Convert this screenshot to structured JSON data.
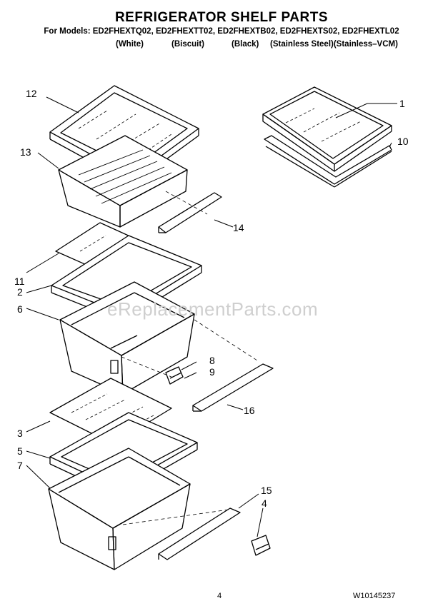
{
  "header": {
    "title": "REFRIGERATOR SHELF PARTS",
    "models": "For Models: ED2FHEXTQ02, ED2FHEXTT02, ED2FHEXTB02, ED2FHEXTS02, ED2FHEXTL02",
    "colors": [
      "(White)",
      "(Biscuit)",
      "(Black)",
      "(Stainless Steel)(Stainless–VCM)"
    ]
  },
  "callouts": [
    "1",
    "2",
    "3",
    "4",
    "5",
    "6",
    "7",
    "8",
    "9",
    "10",
    "11",
    "12",
    "13",
    "14",
    "15",
    "16"
  ],
  "watermark": "eReplacementParts.com",
  "footer": {
    "page": "4",
    "doc_number": "W10145237"
  }
}
